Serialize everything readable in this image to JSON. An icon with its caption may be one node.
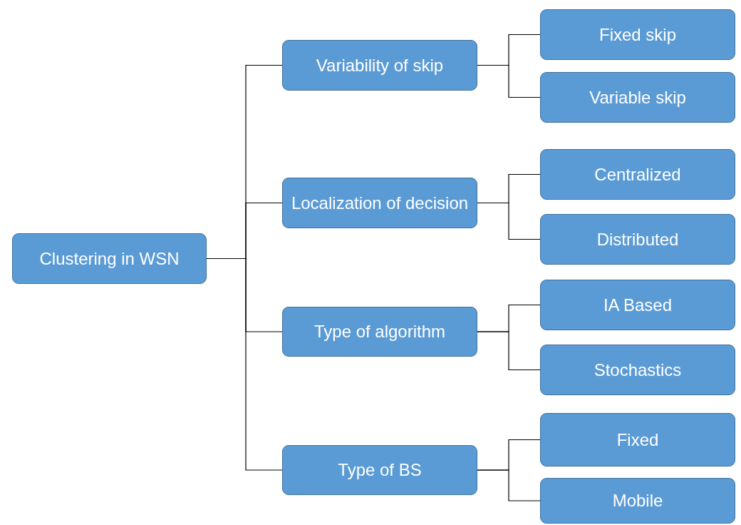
{
  "diagram": {
    "nodes": [
      {
        "text": [
          "Clustering in WSN"
        ]
      },
      {
        "text": [
          "Variability of skip"
        ]
      },
      {
        "text": [
          "Fixed skip"
        ]
      },
      {
        "text": [
          "Variable skip"
        ]
      },
      {
        "text": [
          "Localization of decision"
        ]
      },
      {
        "text": [
          "Centralized"
        ]
      },
      {
        "text": [
          "Distributed"
        ]
      },
      {
        "text": [
          "Type of algorithm"
        ]
      },
      {
        "text": [
          "IA Based"
        ]
      },
      {
        "text": [
          "Stochastics"
        ]
      },
      {
        "text": [
          "Type of BS"
        ]
      },
      {
        "text": [
          "Fixed"
        ]
      },
      {
        "text": [
          "Mobile"
        ]
      }
    ],
    "edges": [
      {
        "from": 0,
        "to": 1,
        "arrow": "none"
      },
      {
        "from": 0,
        "to": 4,
        "arrow": "none"
      },
      {
        "from": 0,
        "to": 7,
        "arrow": "none"
      },
      {
        "from": 0,
        "to": 10,
        "arrow": "none"
      },
      {
        "from": 1,
        "to": 2,
        "arrow": "none"
      },
      {
        "from": 1,
        "to": 3,
        "arrow": "none"
      },
      {
        "from": 4,
        "to": 5,
        "arrow": "none"
      },
      {
        "from": 4,
        "to": 6,
        "arrow": "none"
      },
      {
        "from": 7,
        "to": 8,
        "arrow": "none"
      },
      {
        "from": 7,
        "to": 9,
        "arrow": "none"
      },
      {
        "from": 10,
        "to": 11,
        "arrow": "none"
      },
      {
        "from": 10,
        "to": 12,
        "arrow": "none"
      }
    ]
  }
}
